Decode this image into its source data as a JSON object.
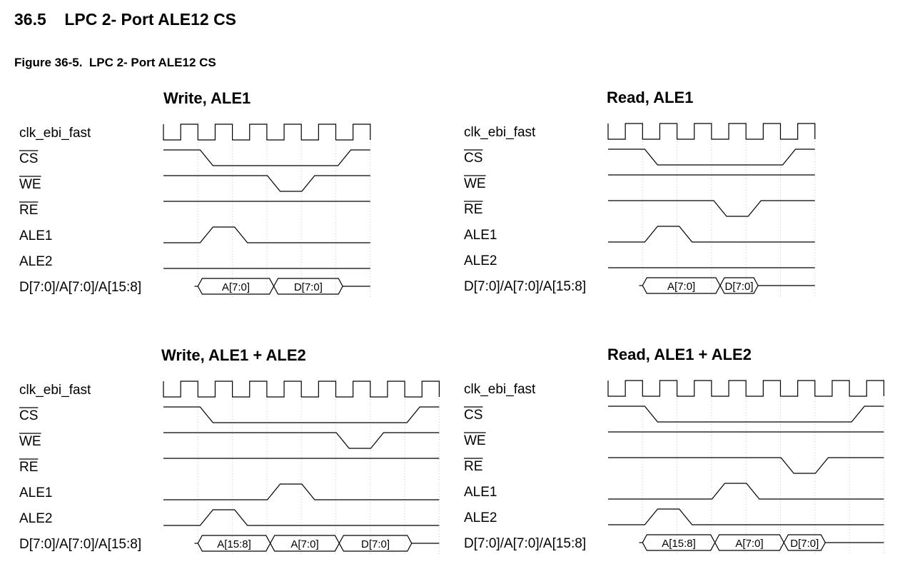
{
  "section": {
    "number": "36.5",
    "title": "LPC 2- Port ALE12 CS"
  },
  "figure_caption": "Figure 36-5.  LPC 2- Port ALE12 CS",
  "signals": [
    {
      "key": "clk",
      "label": "clk_ebi_fast",
      "active_low": false
    },
    {
      "key": "cs",
      "label": "CS",
      "active_low": true
    },
    {
      "key": "we",
      "label": "WE",
      "active_low": true
    },
    {
      "key": "re",
      "label": "RE",
      "active_low": true
    },
    {
      "key": "ale1",
      "label": "ALE1",
      "active_low": false
    },
    {
      "key": "ale2",
      "label": "ALE2",
      "active_low": false
    },
    {
      "key": "bus",
      "label": "D[7:0]/A[7:0]/A[15:8]",
      "active_low": false
    }
  ],
  "panels": [
    {
      "title": "Write, ALE1",
      "cycles": 6,
      "cs_low": [
        1.25,
        5.25
      ],
      "we_low": [
        3.2,
        4.2
      ],
      "re_low": null,
      "ale1_high": [
        1.25,
        2.25
      ],
      "ale2_high": null,
      "bus": [
        {
          "label": "A[7:0]",
          "start": 1.0,
          "end": 3.2
        },
        {
          "label": "D[7:0]",
          "start": 3.2,
          "end": 5.2
        }
      ]
    },
    {
      "title": "Read, ALE1",
      "cycles": 6,
      "cs_low": [
        1.25,
        5.25
      ],
      "we_low": null,
      "re_low": [
        3.25,
        4.25
      ],
      "ale1_high": [
        1.25,
        2.25
      ],
      "ale2_high": null,
      "bus": [
        {
          "label": "A[7:0]",
          "start": 1.0,
          "end": 3.25
        },
        {
          "label": "D[7:0]",
          "start": 3.25,
          "end": 4.35
        }
      ]
    },
    {
      "title": "Write, ALE1 + ALE2",
      "cycles": 8,
      "cs_low": [
        1.25,
        7.25
      ],
      "we_low": [
        5.2,
        6.2
      ],
      "re_low": null,
      "ale1_high": [
        3.2,
        4.2
      ],
      "ale2_high": [
        1.25,
        2.25
      ],
      "bus": [
        {
          "label": "A[15:8]",
          "start": 1.0,
          "end": 3.1
        },
        {
          "label": "A[7:0]",
          "start": 3.1,
          "end": 5.1
        },
        {
          "label": "D[7:0]",
          "start": 5.1,
          "end": 7.2
        }
      ]
    },
    {
      "title": "Read, ALE1 + ALE2",
      "cycles": 8,
      "cs_low": [
        1.25,
        7.25
      ],
      "we_low": null,
      "re_low": [
        5.2,
        6.2
      ],
      "ale1_high": [
        3.2,
        4.2
      ],
      "ale2_high": [
        1.25,
        2.25
      ],
      "bus": [
        {
          "label": "A[15:8]",
          "start": 1.0,
          "end": 3.1
        },
        {
          "label": "A[7:0]",
          "start": 3.1,
          "end": 5.1
        },
        {
          "label": "D[7:0]",
          "start": 5.1,
          "end": 6.3
        }
      ]
    }
  ]
}
